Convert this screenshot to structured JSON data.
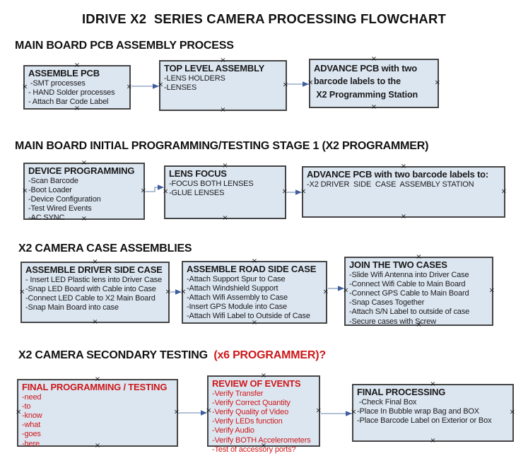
{
  "title": "IDRIVE X2  SERIES CAMERA PROCESSING FLOWCHART",
  "colors": {
    "box_fill": "#dce6f1",
    "box_border": "#454545",
    "red_text": "#cd1719",
    "arrow_line": "#9aabca",
    "arrow_head": "#3f5e9e"
  },
  "icons": {
    "connection_point": "×"
  },
  "sections": [
    {
      "heading": "MAIN BOARD PCB ASSEMBLY PROCESS",
      "boxes": [
        {
          "title": "ASSEMBLE PCB",
          "lines": [
            " -SMT processes",
            "- HAND Solder processes",
            "- Attach Bar Code Label"
          ]
        },
        {
          "title": "TOP LEVEL ASSEMBLY",
          "lines": [
            "-LENS HOLDERS",
            "-LENSES"
          ]
        },
        {
          "title": "ADVANCE PCB with two",
          "lines": [
            "barcode labels to the",
            " X2 Programming Station"
          ]
        }
      ]
    },
    {
      "heading": "MAIN BOARD INITIAL PROGRAMMING/TESTING STAGE 1 (X2 PROGRAMMER)",
      "boxes": [
        {
          "title": "DEVICE PROGRAMMING",
          "lines": [
            "-Scan Barcode",
            "-Boot Loader",
            "-Device Configuration",
            "-Test Wired Events",
            "-AC SYNC"
          ]
        },
        {
          "title": "LENS FOCUS",
          "lines": [
            "-FOCUS BOTH LENSES",
            "-GLUE LENSES"
          ]
        },
        {
          "title": "ADVANCE PCB with two barcode labels to:",
          "lines": [
            "-X2 DRIVER  SIDE  CASE  ASSEMBLY STATION"
          ]
        }
      ]
    },
    {
      "heading": "X2 CAMERA CASE ASSEMBLIES",
      "boxes": [
        {
          "title": "ASSEMBLE DRIVER SIDE CASE",
          "lines": [
            "- Insert LED Plastic lens into Driver Case",
            "-Snap LED Board with Cable into Case",
            "-Connect LED Cable to X2 Main Board",
            "-Snap Main Board into case"
          ]
        },
        {
          "title": "ASSEMBLE ROAD SIDE CASE",
          "lines": [
            "-Attach Support Spur to Case",
            "-Attach Windshield Support",
            "-Attach Wifi Assembly to Case",
            "-Insert GPS Module into Case",
            "-Attach Wifi Label to Outside of Case"
          ]
        },
        {
          "title": "JOIN THE TWO CASES",
          "lines": [
            "-Slide Wifi Antenna into Driver Case",
            "-Connect Wifi Cable to Main Board",
            "-Connect GPS Cable to Main Board",
            "-Snap Cases Together",
            "-Attach S/N Label to outside of case",
            "-Secure cases with Screw"
          ]
        }
      ]
    },
    {
      "heading": "X2 CAMERA SECONDARY TESTING",
      "heading_red": "  (x6 PROGRAMMER)?",
      "boxes": [
        {
          "title": "FINAL PROGRAMMING / TESTING",
          "lines": [
            "-need",
            "-to",
            "-know",
            "-what",
            "-goes",
            "-here"
          ]
        },
        {
          "title": "REVIEW OF EVENTS",
          "lines": [
            "-Verify Transfer",
            "-Verify Correct Quantity",
            "-Verify Quality of Video",
            "-Verify LEDs function",
            "-Verify Audio",
            "-Verify BOTH Accelerometers",
            "-Test of accessory ports?"
          ]
        },
        {
          "title": "FINAL PROCESSING",
          "lines": [
            " -Check Final Box",
            "-Place In Bubble wrap Bag and BOX",
            "-Place Barcode Label on Exterior or Box"
          ]
        }
      ]
    }
  ]
}
